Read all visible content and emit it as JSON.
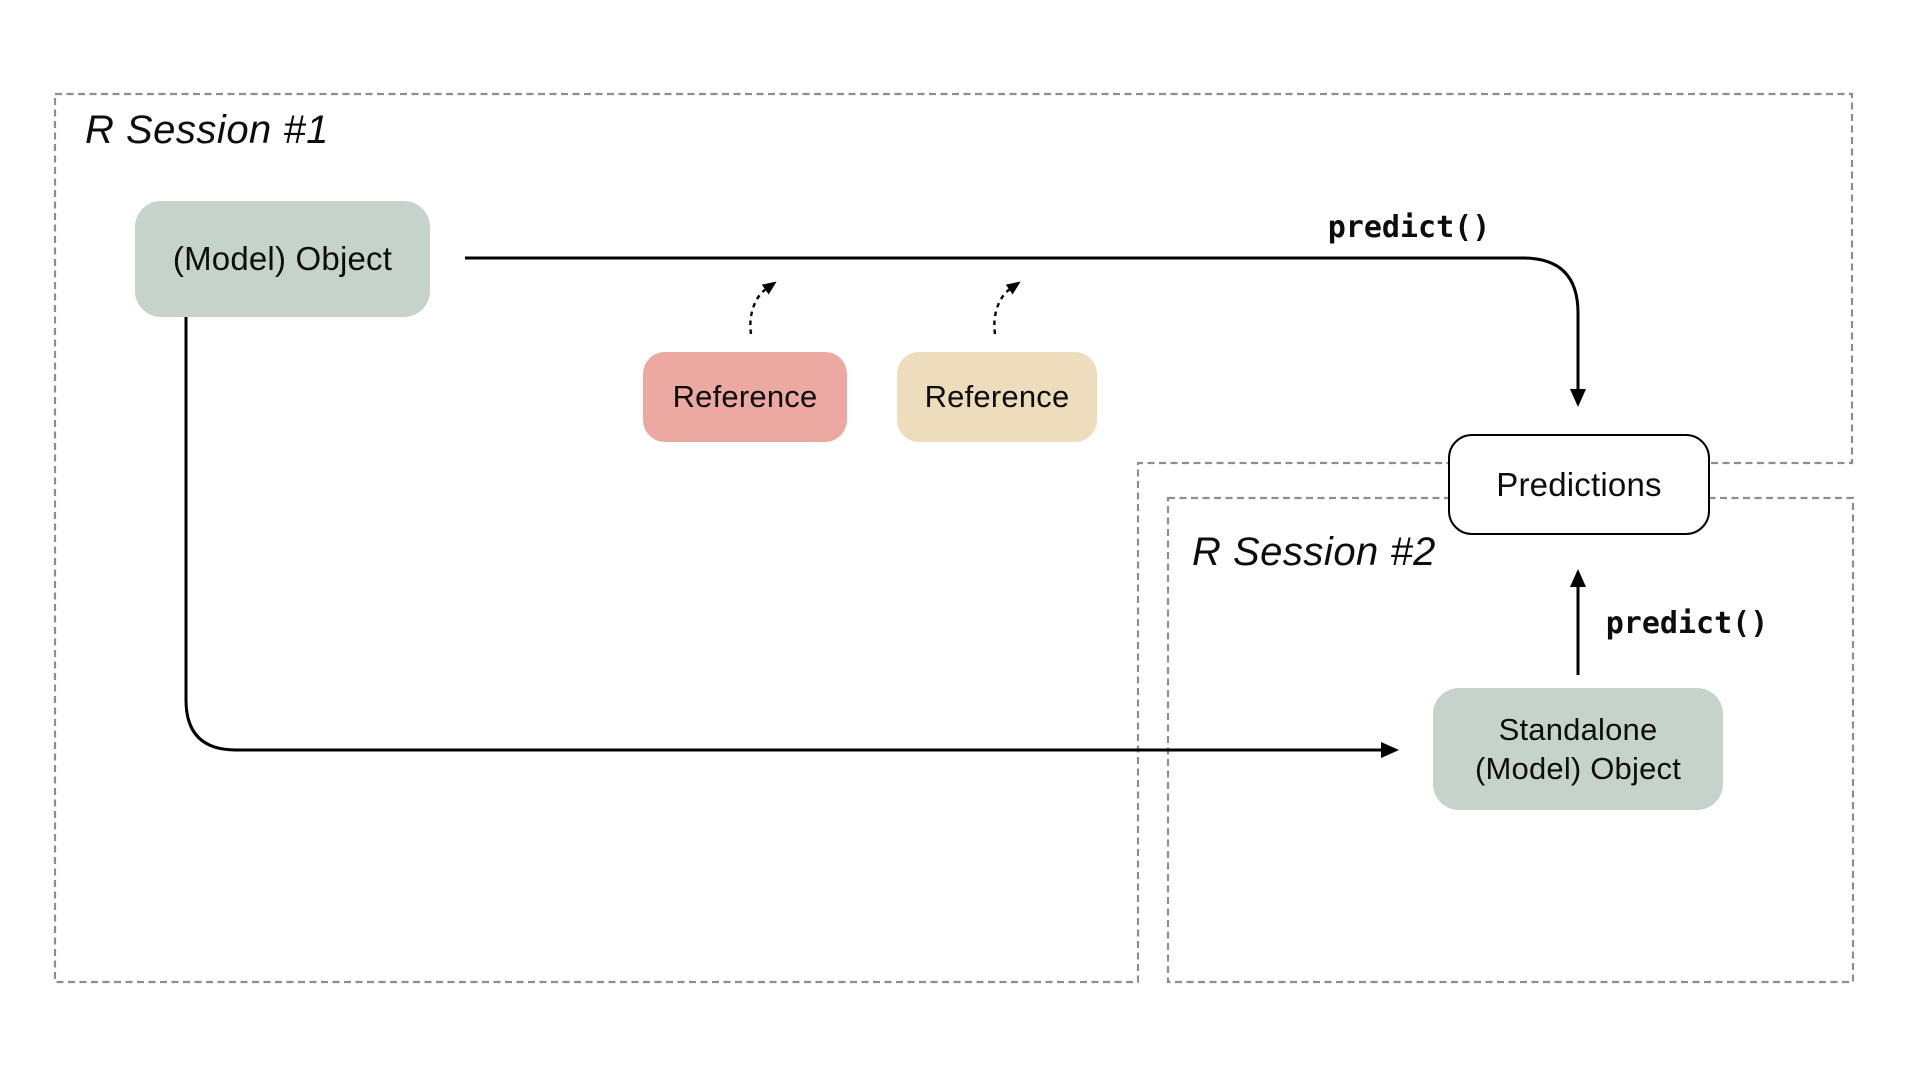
{
  "sessions": [
    {
      "label": "R Session #1"
    },
    {
      "label": "R Session #2"
    }
  ],
  "nodes": {
    "model_object": {
      "label": "(Model) Object",
      "fill": "#c5d3cb"
    },
    "reference_pink": {
      "label": "Reference",
      "fill": "#eca9a1"
    },
    "reference_tan": {
      "label": "Reference",
      "fill": "#edddbc"
    },
    "predictions": {
      "label": "Predictions",
      "fill": "#ffffff"
    },
    "standalone": {
      "label_line1": "Standalone",
      "label_line2": "(Model) Object",
      "fill": "#c5d3cb"
    }
  },
  "arrows": {
    "predict_top": {
      "label": "predict()"
    },
    "predict_bottom": {
      "label": "predict()"
    }
  },
  "colors": {
    "session_border": "#8e8e8e",
    "arrow_line": "#000000",
    "text": "#0d0d0d"
  }
}
